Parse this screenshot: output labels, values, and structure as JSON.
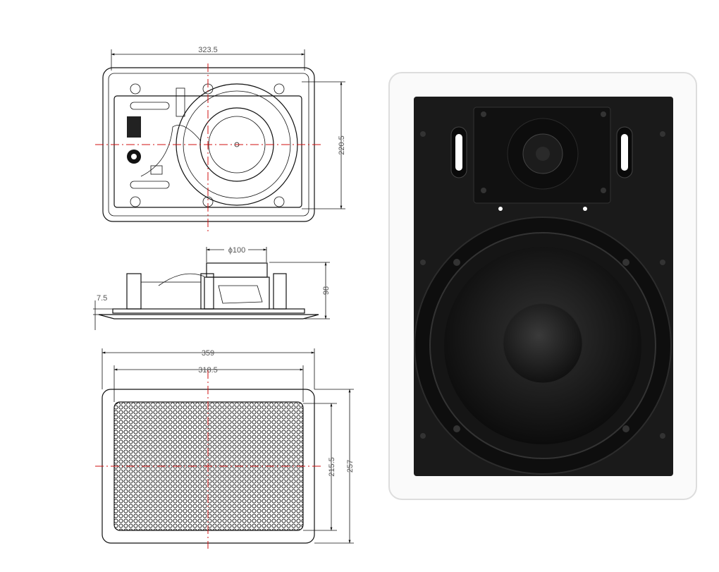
{
  "top_view": {
    "width_label": "323.5",
    "height_label": "220.5"
  },
  "side_view": {
    "diameter_label": "ϕ100",
    "depth_label": "98",
    "flange_label": "7.5"
  },
  "front_view": {
    "outer_width_label": "359",
    "inner_width_label": "318.5",
    "inner_height_label": "215.5",
    "outer_height_label": "257"
  },
  "colors": {
    "centerline": "#d01010",
    "baffle": "#1a1a1a",
    "frame": "#ffffff"
  }
}
